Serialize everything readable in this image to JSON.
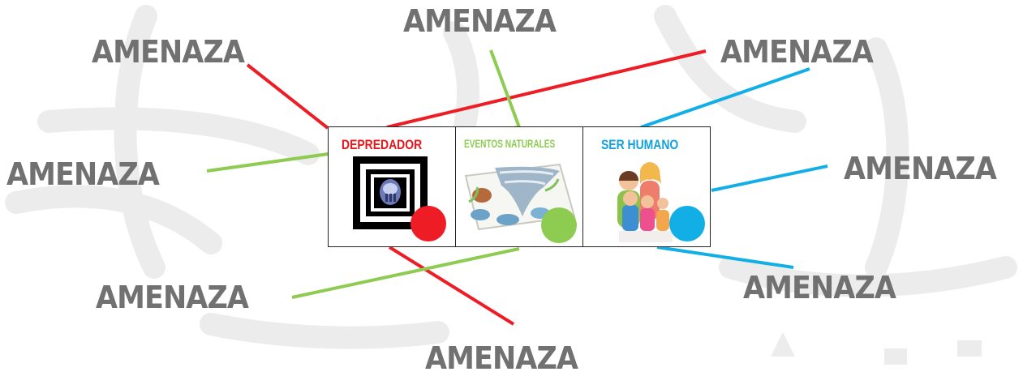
{
  "colors": {
    "label": "#717171",
    "background_sketch": "#eeeeee",
    "red": "#ee1c24",
    "green": "#8dcb51",
    "blue": "#12aee6"
  },
  "labels": {
    "top_center": "AMENAZA",
    "top_left": "AMENAZA",
    "top_right": "AMENAZA",
    "mid_left": "AMENAZA",
    "mid_right": "AMENAZA",
    "bottom_left": "AMENAZA",
    "bottom_right": "AMENAZA",
    "bottom_center": "AMENAZA"
  },
  "cards": [
    {
      "title": "DEPREDADOR",
      "title_color": "#e8161c",
      "icon": "predator-mask-icon",
      "dot_color": "#ee1c24"
    },
    {
      "title": "EVENTOS NATURALES",
      "title_color": "#8dcb51",
      "icon": "tornado-storm-icon",
      "dot_color": "#8dcb51"
    },
    {
      "title": "SER HUMANO",
      "title_color": "#12a1dd",
      "icon": "family-icon",
      "dot_color": "#12aee6"
    }
  ]
}
